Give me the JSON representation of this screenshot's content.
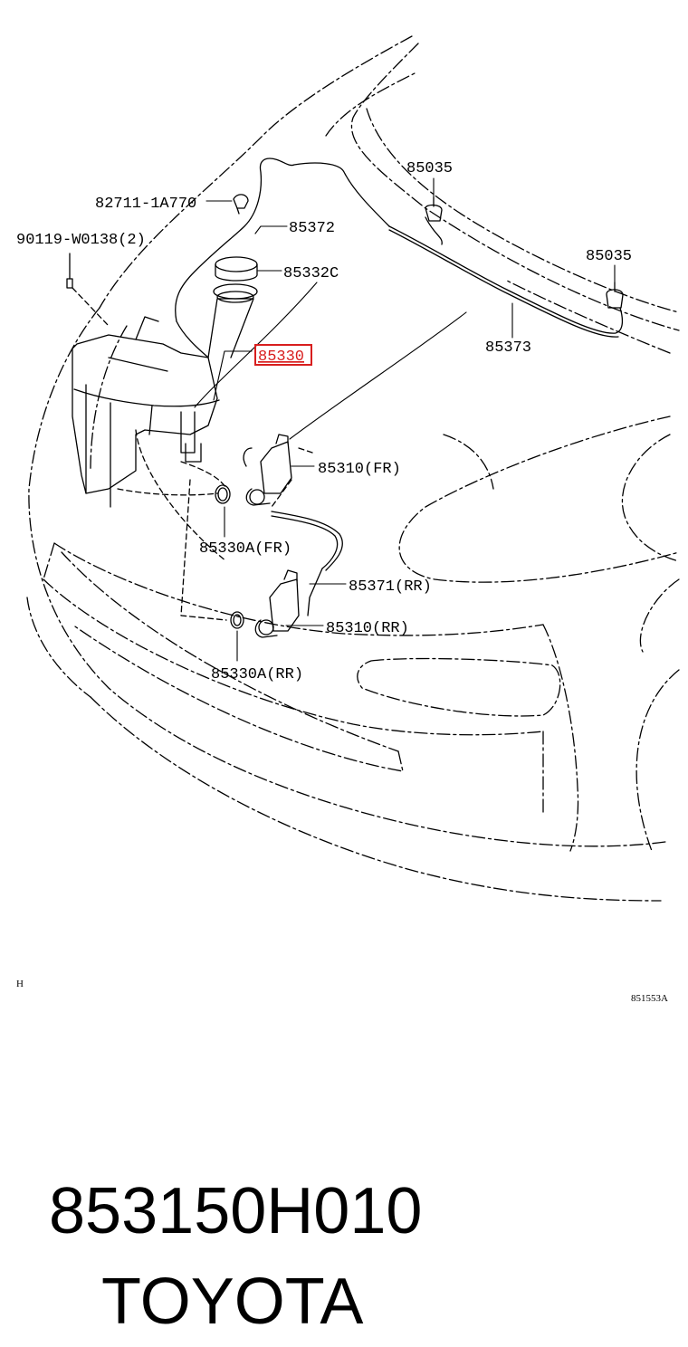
{
  "part_labels": {
    "clip": "82711-1A770",
    "bolt": "90119-W0138(2)",
    "hose_main": "85372",
    "inlet_cap": "85332C",
    "jar": "85330",
    "nozzle_left": "85035",
    "nozzle_right": "85035",
    "hose_hood": "85373",
    "pump_fr": "85310(FR)",
    "grommet_fr": "85330A(FR)",
    "hose_rr": "85371(RR)",
    "pump_rr": "85310(RR)",
    "grommet_rr": "85330A(RR)"
  },
  "highlighted_label": "jar",
  "highlight_color": "#d81e1e",
  "corner_mark": "H",
  "figure_code": "851553A",
  "caption": {
    "part_number": "853150H010",
    "brand": "TOYOTA"
  }
}
